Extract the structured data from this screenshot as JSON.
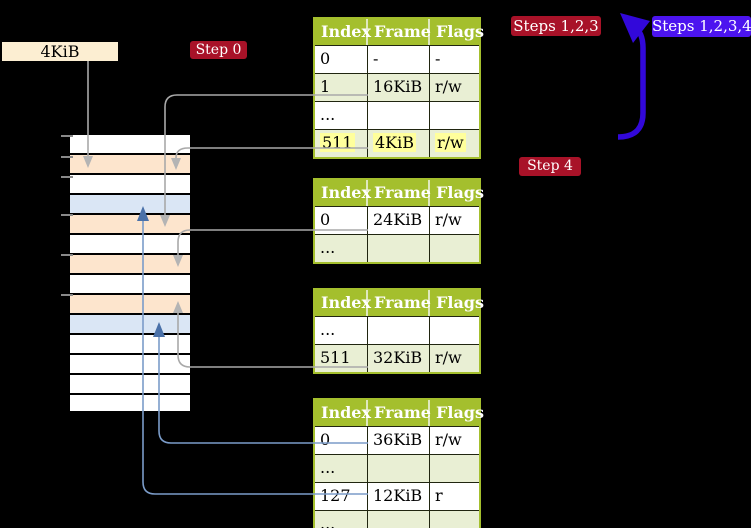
{
  "labels": {
    "frame_4kib": "4KiB",
    "step0": "Step 0",
    "steps123": "Steps 1,2,3",
    "steps1234": "Steps 1,2,3,4",
    "step4": "Step 4"
  },
  "tables": [
    {
      "headers": [
        "Index",
        "Frame",
        "Flags"
      ],
      "rows": [
        {
          "cells": [
            "0",
            "-",
            "-"
          ]
        },
        {
          "cells": [
            "1",
            "16KiB",
            "r/w"
          ]
        },
        {
          "cells": [
            "...",
            "",
            ""
          ]
        },
        {
          "cells": [
            "511",
            "4KiB",
            "r/w"
          ],
          "highlighted": true
        }
      ]
    },
    {
      "headers": [
        "Index",
        "Frame",
        "Flags"
      ],
      "rows": [
        {
          "cells": [
            "0",
            "24KiB",
            "r/w"
          ]
        },
        {
          "cells": [
            "...",
            "",
            ""
          ]
        }
      ]
    },
    {
      "headers": [
        "Index",
        "Frame",
        "Flags"
      ],
      "rows": [
        {
          "cells": [
            "...",
            "",
            ""
          ]
        },
        {
          "cells": [
            "511",
            "32KiB",
            "r/w"
          ]
        }
      ]
    },
    {
      "headers": [
        "Index",
        "Frame",
        "Flags"
      ],
      "rows": [
        {
          "cells": [
            "0",
            "36KiB",
            "r/w"
          ]
        },
        {
          "cells": [
            "...",
            "",
            ""
          ]
        },
        {
          "cells": [
            "127",
            "12KiB",
            "r"
          ]
        },
        {
          "cells": [
            "...",
            "",
            ""
          ]
        }
      ]
    }
  ],
  "memory_column": {
    "fills": [
      "w",
      "p",
      "w",
      "b",
      "p",
      "w",
      "p",
      "w",
      "p",
      "b",
      "w",
      "w",
      "w",
      "w"
    ]
  },
  "connectors": [
    {
      "name": "frame-label-pointer",
      "from": "4KiB label box",
      "to": "memory-row-2",
      "color": "gray"
    },
    {
      "name": "pt1-entry-1-pointer",
      "from": "table-1 row index 1",
      "to": "memory-row-5",
      "color": "gray"
    },
    {
      "name": "pt1-entry-511-pointer",
      "from": "table-1 row index 511",
      "to": "memory-row-2",
      "color": "gray"
    },
    {
      "name": "pt2-entry-0-pointer",
      "from": "table-2 row index 0",
      "to": "memory-row-7",
      "color": "gray"
    },
    {
      "name": "pt3-entry-511-pointer",
      "from": "table-3 row index 511",
      "to": "memory-row-9",
      "color": "gray"
    },
    {
      "name": "pt4-entry-0-pointer",
      "from": "table-4 row index 0",
      "to": "memory-row-10",
      "color": "blue"
    },
    {
      "name": "pt4-entry-127-pointer",
      "from": "table-4 row index 127",
      "to": "memory-row-4",
      "color": "blue"
    },
    {
      "name": "loop-arrow",
      "from": "right of table-1 bottom row",
      "to": "top of table-1",
      "color": "indigo"
    }
  ],
  "colors": {
    "background": "#000000",
    "table_header_green": "#a4bf2d",
    "table_row_green": "#e9efd4",
    "frame_peach": "#fde5cd",
    "frame_blue": "#dae6f5",
    "label_cream": "#fceed2",
    "badge_crimson": "#a81228",
    "badge_purple": "#4c14ef",
    "loop_arrow_indigo": "#3208da",
    "connector_gray": "#a9a9a9",
    "arrowhead_gray": "#b4b4b4",
    "connector_blue": "#7b9cc9",
    "arrowhead_blue": "#4a71a9",
    "tick_gray": "#8a8a8a",
    "highlight_yellow": "#ffff9c"
  }
}
